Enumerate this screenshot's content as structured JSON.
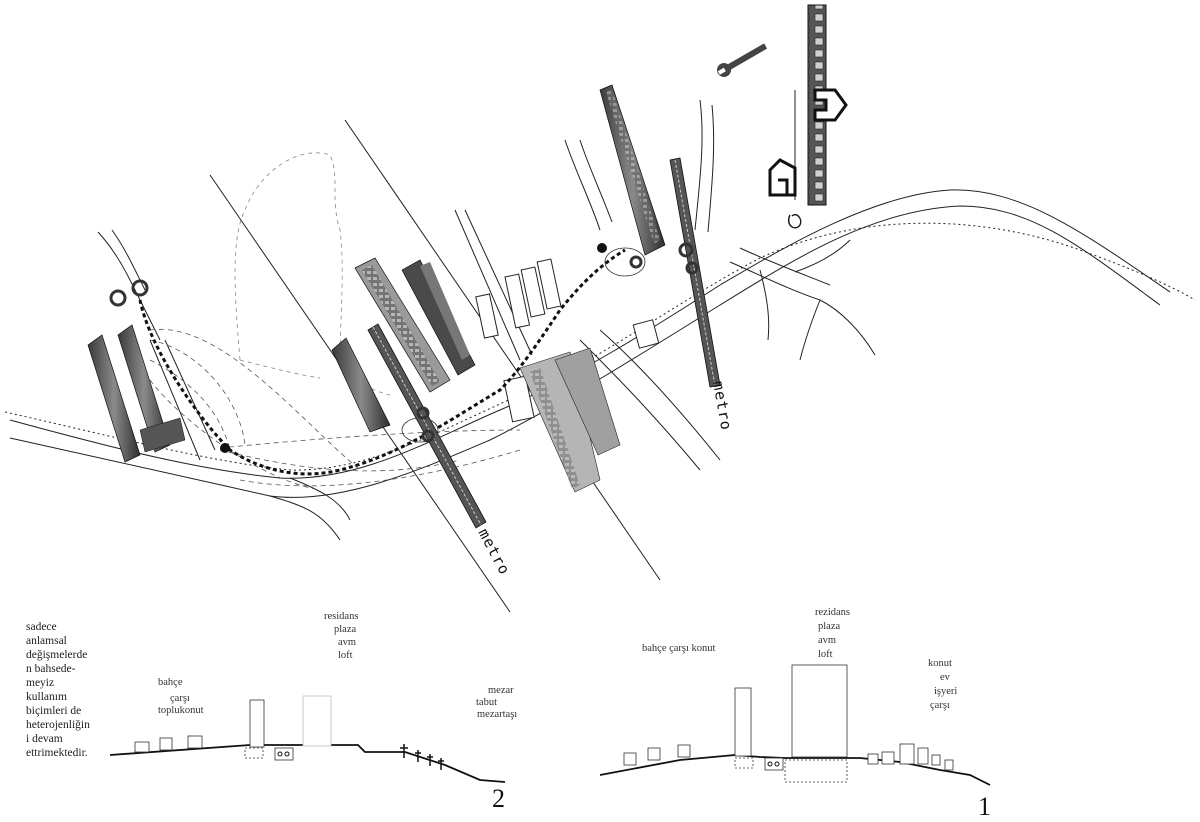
{
  "plan": {
    "metro_label_1": "metro",
    "metro_label_2": "metro"
  },
  "note": {
    "lines": [
      "sadece",
      "anlamsal",
      "değişmelerde",
      "n bahsede-",
      "meyiz",
      "kullanım",
      "biçimleri de",
      "heterojenliğin",
      "i devam",
      "ettrimektedir."
    ]
  },
  "section2": {
    "number": "2",
    "left_labels": [
      "bahçe",
      "çarşı",
      "toplukonut"
    ],
    "center_labels": [
      "residans",
      "plaza",
      "avm",
      "loft"
    ],
    "right_labels": [
      "mezar",
      "tabut",
      "mezartaşı"
    ]
  },
  "section1": {
    "number": "1",
    "left_label": "bahçe çarşı konut",
    "center_labels": [
      "rezidans",
      "plaza",
      "avm",
      "loft"
    ],
    "right_labels": [
      "konut",
      "ev",
      "işyeri",
      "çarşı"
    ]
  },
  "icons": [
    "wrench-icon",
    "house-icon",
    "cemetery-cross-icon",
    "metro-loop-icon"
  ]
}
